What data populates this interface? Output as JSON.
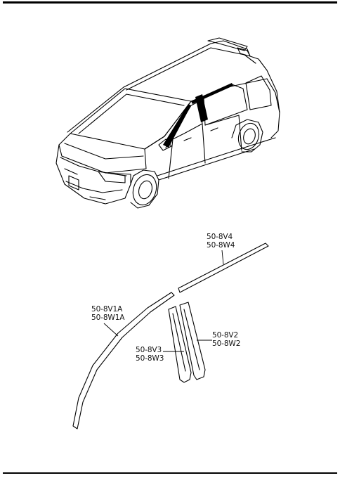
{
  "callouts": {
    "roof_molding": {
      "line1": "50-8V4",
      "line2": "50-8W4"
    },
    "front_pillar_molding": {
      "line1": "50-8V1A",
      "line2": "50-8W1A"
    },
    "rear_pillar_garnish": {
      "line1": "50-8V2",
      "line2": "50-8W2"
    },
    "front_pillar_garnish": {
      "line1": "50-8V3",
      "line2": "50-8W3"
    }
  },
  "colors": {
    "line": "#000000",
    "background": "#ffffff"
  }
}
